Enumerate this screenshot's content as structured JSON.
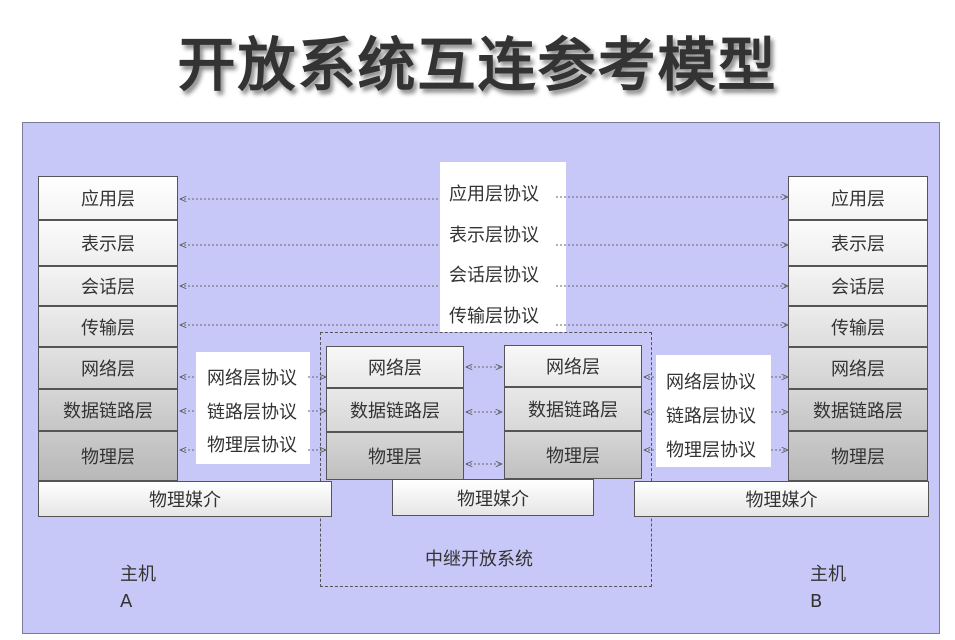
{
  "title": "开放系统互连参考模型",
  "host_a": {
    "label": "主机",
    "id": "A",
    "layers": [
      "应用层",
      "表示层",
      "会话层",
      "传输层",
      "网络层",
      "数据链路层",
      "物理层"
    ]
  },
  "host_b": {
    "label": "主机",
    "id": "B",
    "layers": [
      "应用层",
      "表示层",
      "会话层",
      "传输层",
      "网络层",
      "数据链路层",
      "物理层"
    ]
  },
  "relay": {
    "label": "中继开放系统",
    "left_stack": [
      "网络层",
      "数据链路层",
      "物理层"
    ],
    "right_stack": [
      "网络层",
      "数据链路层",
      "物理层"
    ]
  },
  "media": {
    "left": "物理媒介",
    "center": "物理媒介",
    "right": "物理媒介"
  },
  "peer_protocols": [
    "应用层协议",
    "表示层协议",
    "会话层协议",
    "传输层协议"
  ],
  "left_protocols": [
    "网络层协议",
    "链路层协议",
    "物理层协议"
  ],
  "right_protocols": [
    "网络层协议",
    "链路层协议",
    "物理层协议"
  ]
}
